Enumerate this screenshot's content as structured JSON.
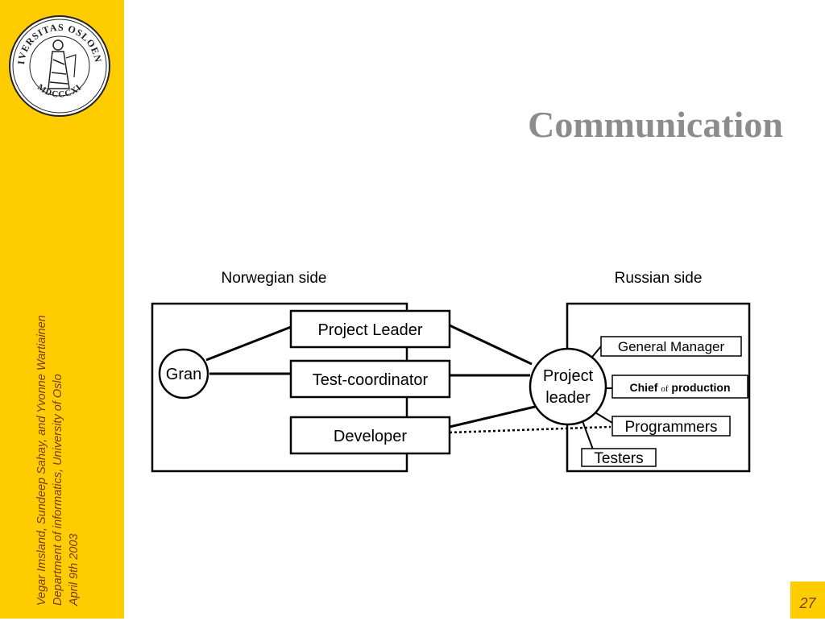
{
  "slide": {
    "title": "Communication",
    "page_number": "27",
    "authors": [
      "Vegar Imsland, Sundeep Sahay, and Yvonne Wartiainen",
      "Department of informatics, University of Oslo",
      "April 9th 2003"
    ],
    "seal": {
      "top_text": "UNIVERSITAS OSLOENSIS",
      "bottom_text": "MDCCCXI"
    }
  },
  "diagram": {
    "norwegian_label": "Norwegian side",
    "russian_label": "Russian side",
    "gran": "Gran",
    "norwegian_roles": [
      "Project Leader",
      "Test-coordinator",
      "Developer"
    ],
    "russian_leader": [
      "Project",
      "leader"
    ],
    "russian_roles": {
      "general_manager": "General Manager",
      "chief_a": "Chief ",
      "chief_of": "of",
      "chief_b": " production",
      "programmers": "Programmers",
      "testers": "Testers"
    }
  },
  "colors": {
    "sidebar": "#ffcc00",
    "title": "#8c8c8c",
    "author_text": "#7a3e08"
  }
}
